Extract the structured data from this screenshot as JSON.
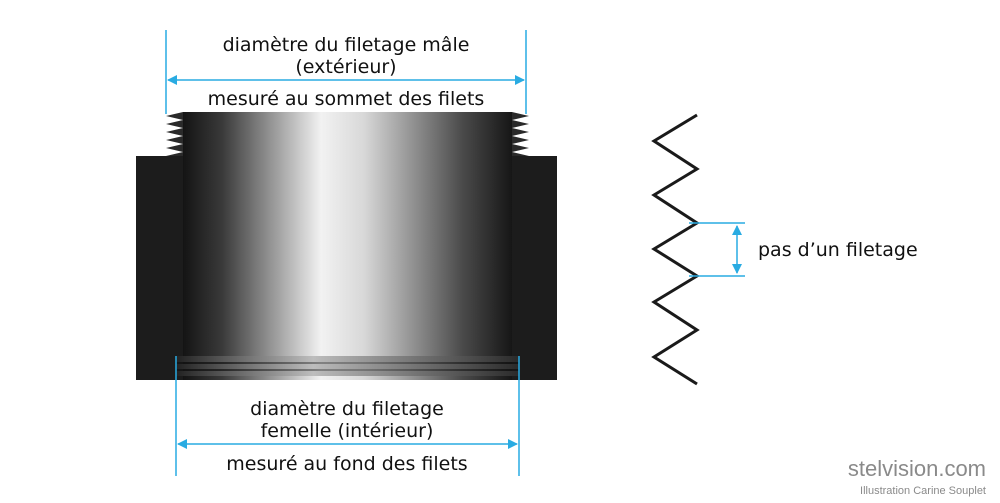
{
  "labels": {
    "male_line1": "diamètre du filetage mâle",
    "male_line2": "(extérieur)",
    "male_line3": "mesuré au sommet des filets",
    "female_line1": "diamètre du filetage",
    "female_line2": "femelle (intérieur)",
    "female_line3": "mesuré au fond des filets",
    "pitch": "pas d’un filetage"
  },
  "credit": {
    "site": "stelvision.com",
    "author": "Illustration Carine Souplet"
  },
  "colors": {
    "dimension_line": "#29abe2",
    "nut_body": "#1c1c1c",
    "thread_zigzag": "#1a1a1a",
    "label_text": "#111111",
    "credit_text": "#8a8a8a"
  }
}
